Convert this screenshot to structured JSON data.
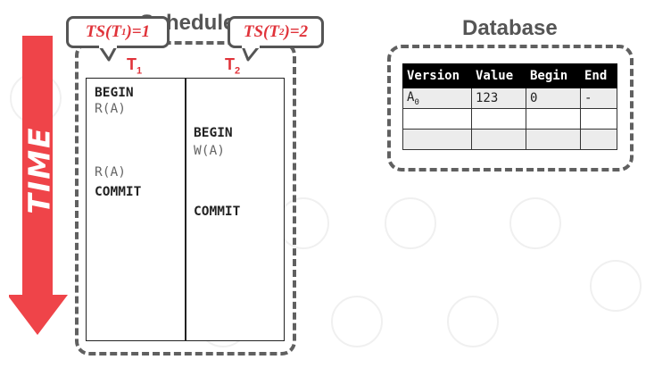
{
  "schedule": {
    "title": "Schedule",
    "t1": {
      "name": "T",
      "sub": "1"
    },
    "t2": {
      "name": "T",
      "sub": "2"
    },
    "t1_ops": [
      {
        "text": "BEGIN",
        "kind": "kw"
      },
      {
        "text": "R(A)",
        "kind": "rw"
      },
      {
        "text": "R(A)",
        "kind": "rw"
      },
      {
        "text": "COMMIT",
        "kind": "kw"
      }
    ],
    "t2_ops": [
      {
        "text": "BEGIN",
        "kind": "kw"
      },
      {
        "text": "W(A)",
        "kind": "rw"
      },
      {
        "text": "COMMIT",
        "kind": "kw"
      }
    ]
  },
  "time_label": "TIME",
  "callouts": {
    "ts1": {
      "prefix": "TS(T",
      "sub": "1",
      "suffix": ")=1"
    },
    "ts2": {
      "prefix": "TS(T",
      "sub": "2",
      "suffix": ")=2"
    }
  },
  "database": {
    "title": "Database",
    "columns": [
      "Version",
      "Value",
      "Begin",
      "End"
    ],
    "rows": [
      {
        "version": "A",
        "version_sub": "0",
        "value": "123",
        "begin": "0",
        "end": "-"
      },
      {
        "version": "",
        "version_sub": "",
        "value": "",
        "begin": "",
        "end": ""
      },
      {
        "version": "",
        "version_sub": "",
        "value": "",
        "begin": "",
        "end": ""
      }
    ]
  },
  "colors": {
    "accent_red": "#e0333a",
    "arrow_red": "#ef4449",
    "frame_gray": "#606060"
  }
}
